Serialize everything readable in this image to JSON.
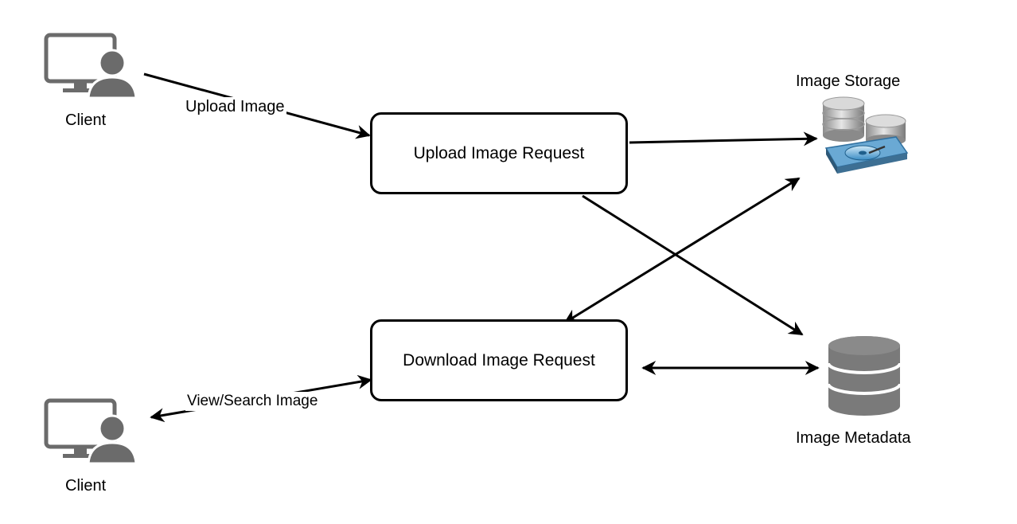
{
  "nodes": {
    "client_top": {
      "label": "Client",
      "icon": "client-computer-user-icon"
    },
    "client_bottom": {
      "label": "Client",
      "icon": "client-computer-user-icon"
    },
    "upload_request": {
      "label": "Upload Image Request"
    },
    "download_request": {
      "label": "Download Image Request"
    },
    "image_storage": {
      "label": "Image Storage",
      "icon": "storage-disks-icon"
    },
    "image_metadata": {
      "label": "Image Metadata",
      "icon": "database-icon"
    }
  },
  "edges": {
    "upload": {
      "label": "Upload Image"
    },
    "view_search": {
      "label": "View/Search Image"
    }
  },
  "colors": {
    "line": "#000000",
    "icon_gray": "#6b6b6b",
    "database_gray": "#7a7a7a"
  }
}
